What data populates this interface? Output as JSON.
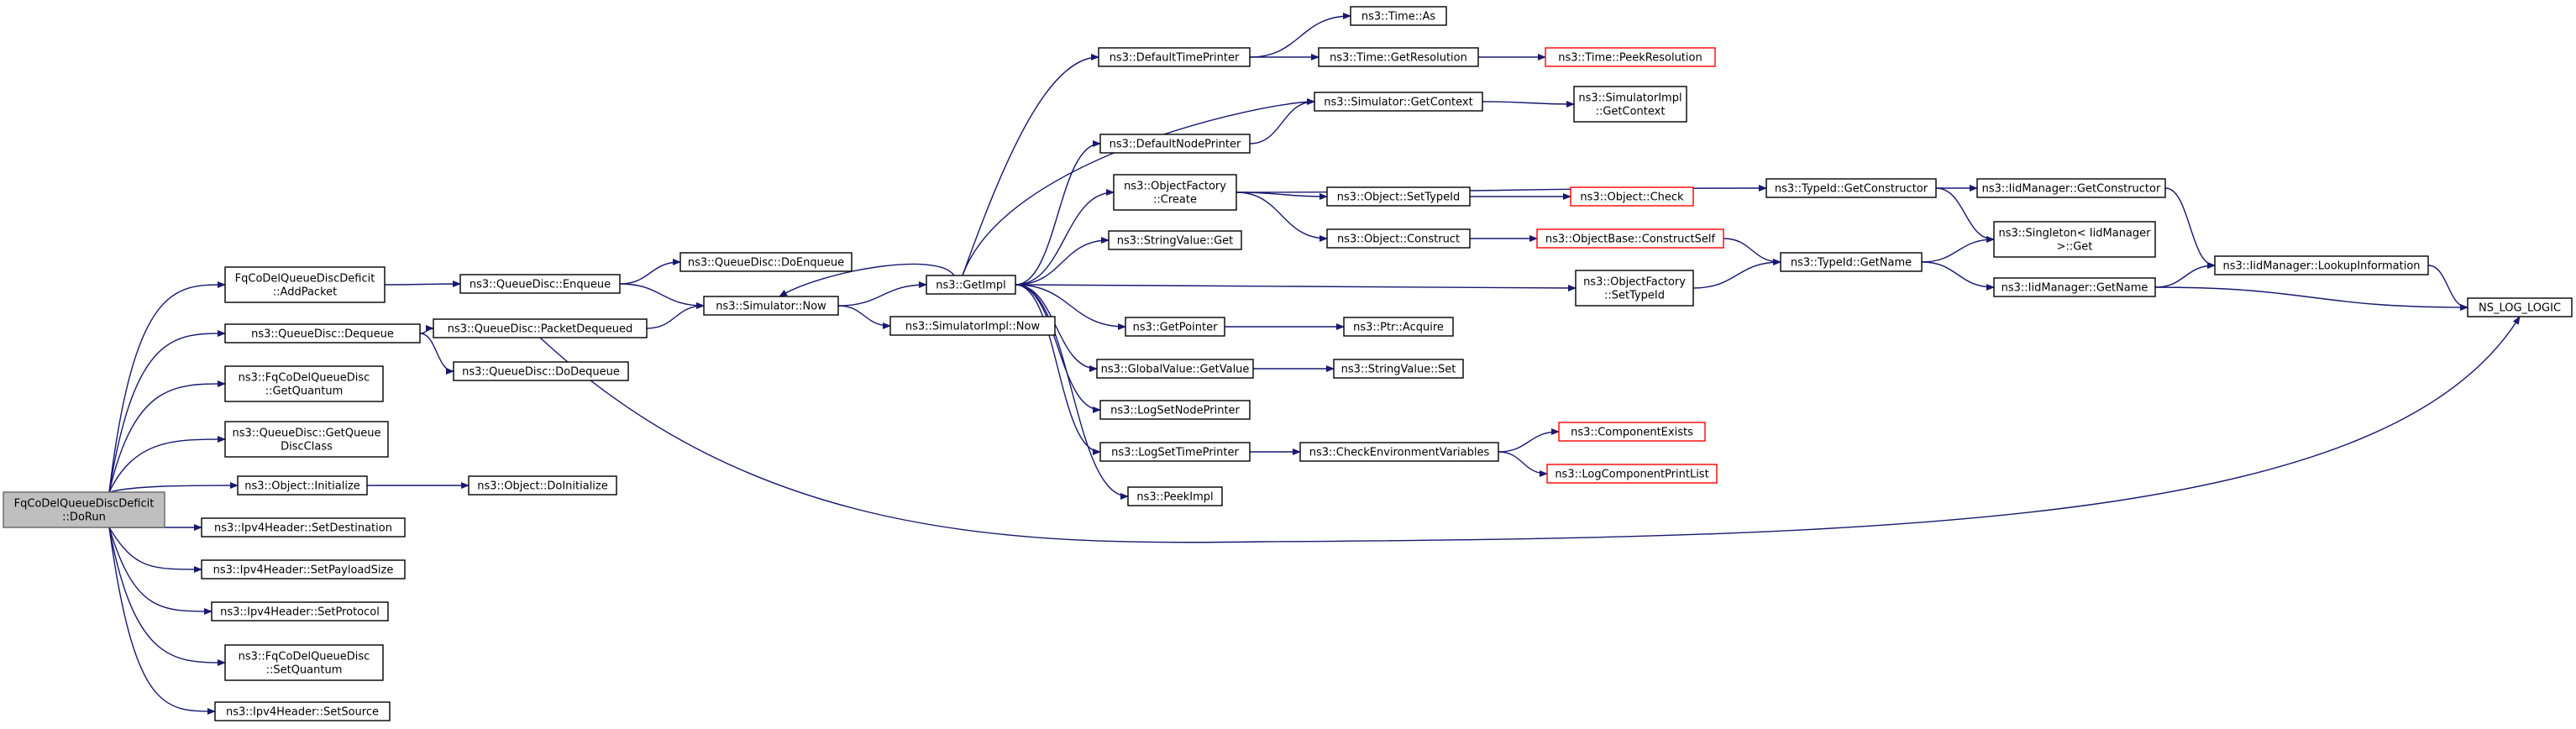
{
  "diagram": {
    "type": "call-graph",
    "edge_color": "#191970",
    "truncated_node_color": "#ff0000",
    "root_node_fill": "#bfbfbf",
    "nodes": [
      {
        "id": "doRun",
        "lines": [
          "FqCoDelQueueDiscDeficit",
          "::DoRun"
        ],
        "style": "root"
      },
      {
        "id": "addPacket",
        "lines": [
          "FqCoDelQueueDiscDeficit",
          "::AddPacket"
        ]
      },
      {
        "id": "dequeue",
        "lines": [
          "ns3::QueueDisc::Dequeue"
        ]
      },
      {
        "id": "getQuantum",
        "lines": [
          "ns3::FqCoDelQueueDisc",
          "::GetQuantum"
        ]
      },
      {
        "id": "getQueueDiscClass",
        "lines": [
          "ns3::QueueDisc::GetQueue",
          "DiscClass"
        ]
      },
      {
        "id": "objInitialize",
        "lines": [
          "ns3::Object::Initialize"
        ]
      },
      {
        "id": "setDestination",
        "lines": [
          "ns3::Ipv4Header::SetDestination"
        ]
      },
      {
        "id": "setPayloadSize",
        "lines": [
          "ns3::Ipv4Header::SetPayloadSize"
        ]
      },
      {
        "id": "setProtocol",
        "lines": [
          "ns3::Ipv4Header::SetProtocol"
        ]
      },
      {
        "id": "setQuantum",
        "lines": [
          "ns3::FqCoDelQueueDisc",
          "::SetQuantum"
        ]
      },
      {
        "id": "setSource",
        "lines": [
          "ns3::Ipv4Header::SetSource"
        ]
      },
      {
        "id": "enqueue",
        "lines": [
          "ns3::QueueDisc::Enqueue"
        ]
      },
      {
        "id": "packetDequeued",
        "lines": [
          "ns3::QueueDisc::PacketDequeued"
        ]
      },
      {
        "id": "doDequeue",
        "lines": [
          "ns3::QueueDisc::DoDequeue"
        ]
      },
      {
        "id": "doInitialize",
        "lines": [
          "ns3::Object::DoInitialize"
        ]
      },
      {
        "id": "doEnqueue",
        "lines": [
          "ns3::QueueDisc::DoEnqueue"
        ]
      },
      {
        "id": "simNow",
        "lines": [
          "ns3::Simulator::Now"
        ]
      },
      {
        "id": "simImplNow",
        "lines": [
          "ns3::SimulatorImpl::Now"
        ]
      },
      {
        "id": "getImpl",
        "lines": [
          "ns3::GetImpl"
        ]
      },
      {
        "id": "defaultTimePrinter",
        "lines": [
          "ns3::DefaultTimePrinter"
        ]
      },
      {
        "id": "defaultNodePrinter",
        "lines": [
          "ns3::DefaultNodePrinter"
        ]
      },
      {
        "id": "objectFactoryCreate",
        "lines": [
          "ns3::ObjectFactory",
          "::Create"
        ]
      },
      {
        "id": "stringValueGet",
        "lines": [
          "ns3::StringValue::Get"
        ]
      },
      {
        "id": "getPointer",
        "lines": [
          "ns3::GetPointer"
        ]
      },
      {
        "id": "globalValueGetValue",
        "lines": [
          "ns3::GlobalValue::GetValue"
        ]
      },
      {
        "id": "logSetNodePrinter",
        "lines": [
          "ns3::LogSetNodePrinter"
        ]
      },
      {
        "id": "logSetTimePrinter",
        "lines": [
          "ns3::LogSetTimePrinter"
        ]
      },
      {
        "id": "peekImpl",
        "lines": [
          "ns3::PeekImpl"
        ]
      },
      {
        "id": "timeAs",
        "lines": [
          "ns3::Time::As"
        ]
      },
      {
        "id": "timeGetResolution",
        "lines": [
          "ns3::Time::GetResolution"
        ]
      },
      {
        "id": "simGetContext",
        "lines": [
          "ns3::Simulator::GetContext"
        ]
      },
      {
        "id": "objSetTypeId",
        "lines": [
          "ns3::Object::SetTypeId"
        ]
      },
      {
        "id": "objConstruct",
        "lines": [
          "ns3::Object::Construct"
        ]
      },
      {
        "id": "ptrAcquire",
        "lines": [
          "ns3::Ptr::Acquire"
        ]
      },
      {
        "id": "stringValueSet",
        "lines": [
          "ns3::StringValue::Set"
        ]
      },
      {
        "id": "checkEnv",
        "lines": [
          "ns3::CheckEnvironmentVariables"
        ]
      },
      {
        "id": "timePeekResolution",
        "lines": [
          "ns3::Time::PeekResolution"
        ],
        "style": "truncated"
      },
      {
        "id": "simImplGetContext",
        "lines": [
          "ns3::SimulatorImpl",
          "::GetContext"
        ]
      },
      {
        "id": "objCheck",
        "lines": [
          "ns3::Object::Check"
        ],
        "style": "truncated"
      },
      {
        "id": "constructSelf",
        "lines": [
          "ns3::ObjectBase::ConstructSelf"
        ],
        "style": "truncated"
      },
      {
        "id": "ofSetTypeId",
        "lines": [
          "ns3::ObjectFactory",
          "::SetTypeId"
        ]
      },
      {
        "id": "componentExists",
        "lines": [
          "ns3::ComponentExists"
        ],
        "style": "truncated"
      },
      {
        "id": "logComponentPrintList",
        "lines": [
          "ns3::LogComponentPrintList"
        ],
        "style": "truncated"
      },
      {
        "id": "typeIdGetConstructor",
        "lines": [
          "ns3::TypeId::GetConstructor"
        ]
      },
      {
        "id": "typeIdGetName",
        "lines": [
          "ns3::TypeId::GetName"
        ]
      },
      {
        "id": "iidGetConstructor",
        "lines": [
          "ns3::IidManager::GetConstructor"
        ]
      },
      {
        "id": "singletonGet",
        "lines": [
          "ns3::Singleton< IidManager",
          " >::Get"
        ]
      },
      {
        "id": "iidGetName",
        "lines": [
          "ns3::IidManager::GetName"
        ]
      },
      {
        "id": "iidLookupInformation",
        "lines": [
          "ns3::IidManager::LookupInformation"
        ]
      },
      {
        "id": "nsLogLogic",
        "lines": [
          "NS_LOG_LOGIC"
        ]
      }
    ]
  }
}
